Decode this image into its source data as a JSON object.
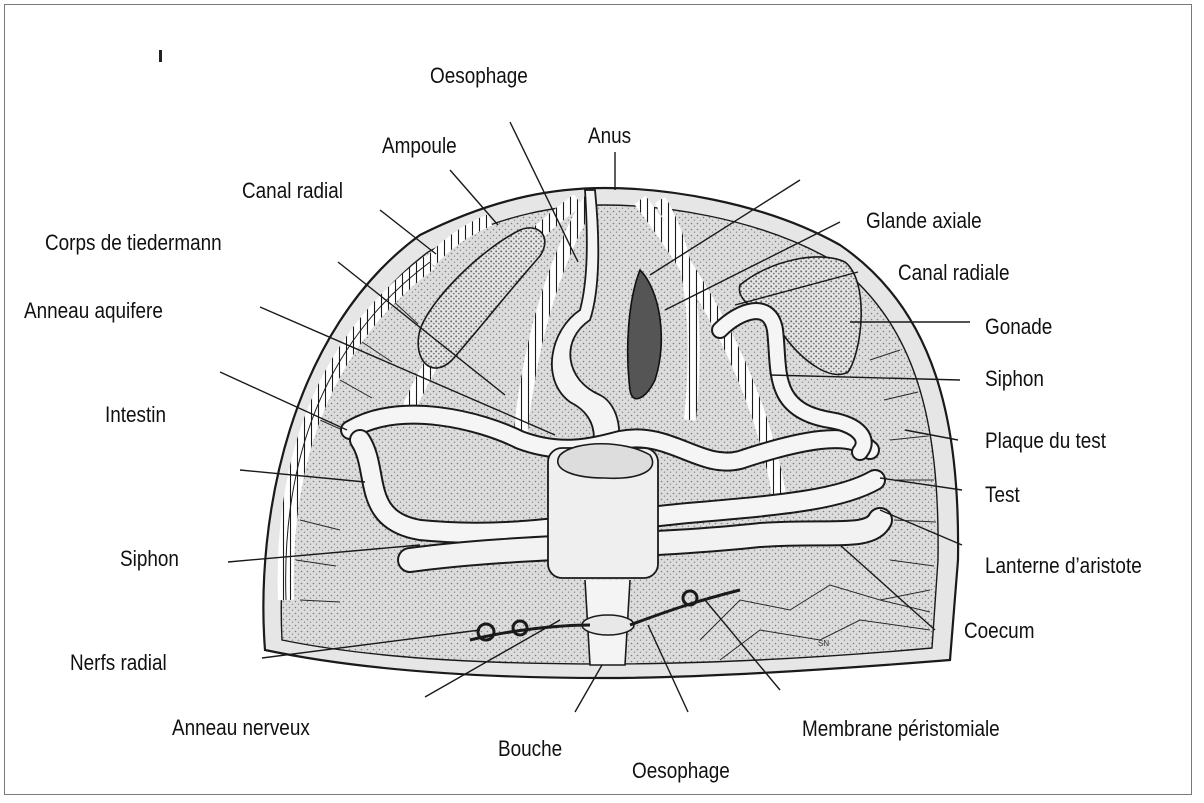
{
  "diagram": {
    "labels": {
      "oesophage_top": "Oesophage",
      "anus": "Anus",
      "ampoule": "Ampoule",
      "canal_radial": "Canal radial",
      "corps_tiedermann": "Corps de tiedermann",
      "anneau_aquifere": "Anneau aquifere",
      "intestin": "Intestin",
      "siphon_left": "Siphon",
      "nerfs_radial": "Nerfs radial",
      "anneau_nerveux": "Anneau nerveux",
      "bouche": "Bouche",
      "oesophage_bottom": "Oesophage",
      "membrane": "Membrane péristomiale",
      "coecum": "Coecum",
      "lanterne": "Lanterne d’aristote",
      "test": "Test",
      "plaque": "Plaque du test",
      "siphon_right": "Siphon",
      "gonade": "Gonade",
      "canal_radiale": "Canal radiale",
      "glande_axiale": "Glande axiale"
    },
    "colors": {
      "ink": "#1a1a1a",
      "body_fill": "#d9d9d9",
      "organ_fill": "#f2f2f2",
      "gonad_fill": "#cfcfcf",
      "gland_fill": "#555555"
    }
  }
}
